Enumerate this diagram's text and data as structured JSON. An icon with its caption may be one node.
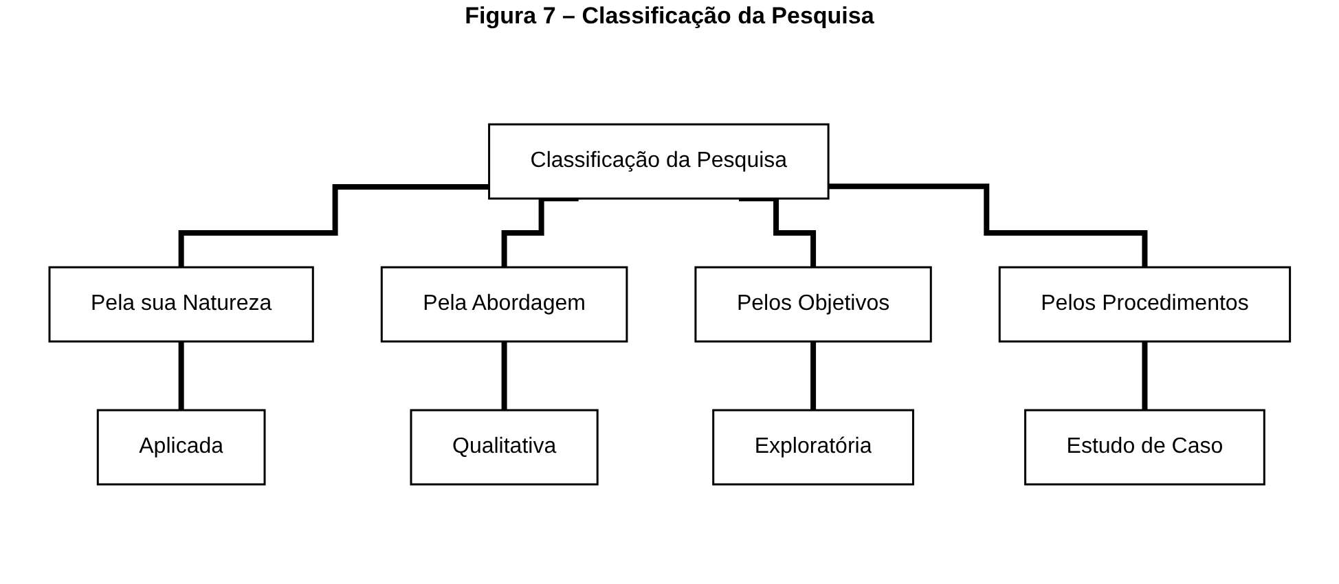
{
  "diagram": {
    "title": "Figura 7 – Classificação da Pesquisa",
    "nodes": [
      {
        "text": [
          "Classificação da Pesquisa"
        ]
      },
      {
        "text": [
          "Pela sua Natureza"
        ]
      },
      {
        "text": [
          "Pela Abordagem"
        ]
      },
      {
        "text": [
          "Pelos Objetivos"
        ]
      },
      {
        "text": [
          "Pelos Procedimentos"
        ]
      },
      {
        "text": [
          "Aplicada"
        ]
      },
      {
        "text": [
          "Qualitativa"
        ]
      },
      {
        "text": [
          "Exploratória"
        ]
      },
      {
        "text": [
          "Estudo de Caso"
        ]
      }
    ],
    "edges": [
      {
        "from": 0,
        "to": 1,
        "arrow": "none"
      },
      {
        "from": 0,
        "to": 2,
        "arrow": "none"
      },
      {
        "from": 0,
        "to": 3,
        "arrow": "none"
      },
      {
        "from": 0,
        "to": 4,
        "arrow": "none"
      },
      {
        "from": 1,
        "to": 5,
        "arrow": "none"
      },
      {
        "from": 2,
        "to": 6,
        "arrow": "none"
      },
      {
        "from": 3,
        "to": 7,
        "arrow": "none"
      },
      {
        "from": 4,
        "to": 8,
        "arrow": "none"
      }
    ]
  }
}
